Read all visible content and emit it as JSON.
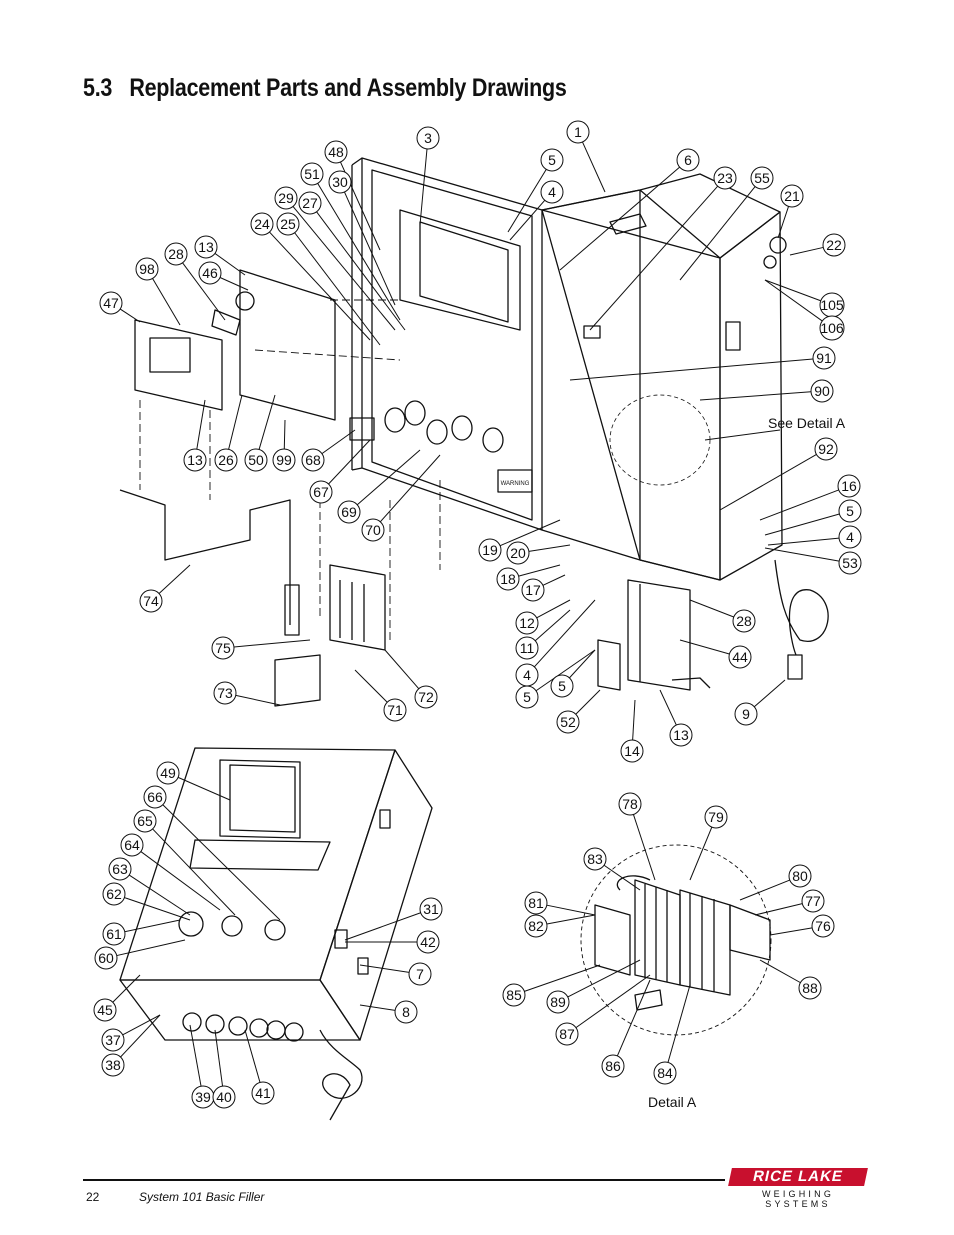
{
  "section": {
    "number": "5.3",
    "title": "Replacement Parts and Assembly Drawings"
  },
  "annotations": {
    "see_detail": "See Detail A",
    "detail_caption": "Detail A",
    "warning_label": "WARNING"
  },
  "callouts": {
    "exploded": [
      "1",
      "3",
      "4",
      "5",
      "6",
      "23",
      "55",
      "21",
      "22",
      "105",
      "106",
      "48",
      "30",
      "51",
      "29",
      "27",
      "24",
      "25",
      "28",
      "13",
      "46",
      "98",
      "47",
      "13",
      "26",
      "50",
      "99",
      "68",
      "67",
      "69",
      "70",
      "91",
      "90",
      "92",
      "16",
      "5",
      "4",
      "53",
      "19",
      "20",
      "18",
      "17",
      "12",
      "11",
      "4",
      "5",
      "5",
      "52",
      "14",
      "13",
      "9",
      "28",
      "44",
      "74",
      "75",
      "73",
      "71",
      "72"
    ],
    "front": [
      "49",
      "66",
      "65",
      "64",
      "63",
      "62",
      "61",
      "60",
      "45",
      "37",
      "38",
      "39",
      "40",
      "41",
      "31",
      "42",
      "7",
      "8"
    ],
    "detail": [
      "78",
      "79",
      "83",
      "81",
      "82",
      "80",
      "77",
      "76",
      "88",
      "85",
      "89",
      "87",
      "86",
      "84"
    ]
  },
  "footer": {
    "page_number": "22",
    "doc_title": "System 101 Basic Filler",
    "logo_name": "RICE LAKE",
    "logo_sub": "WEIGHING SYSTEMS"
  },
  "colors": {
    "brand_red": "#c8102e",
    "line": "#111111"
  }
}
